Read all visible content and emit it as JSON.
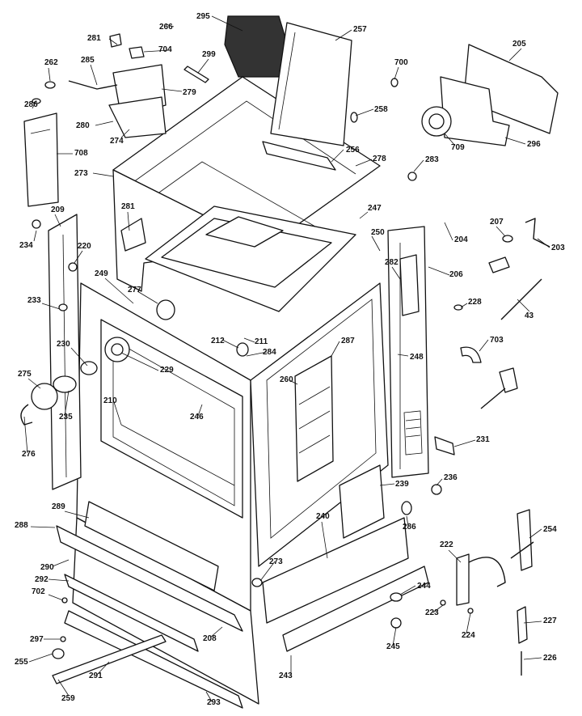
{
  "labels": [
    "295",
    "266",
    "281",
    "704",
    "257",
    "700",
    "205",
    "262",
    "285",
    "299",
    "279",
    "286",
    "280",
    "274",
    "258",
    "709",
    "296",
    "708",
    "256",
    "278",
    "283",
    "273",
    "209",
    "281",
    "247",
    "207",
    "234",
    "220",
    "250",
    "204",
    "203",
    "282",
    "206",
    "249",
    "277",
    "233",
    "228",
    "43",
    "230",
    "229",
    "212",
    "211",
    "284",
    "287",
    "703",
    "275",
    "248",
    "210",
    "246",
    "260",
    "235",
    "231",
    "276",
    "239",
    "236",
    "289",
    "286",
    "240",
    "288",
    "254",
    "222",
    "290",
    "273",
    "292",
    "244",
    "702",
    "223",
    "227",
    "208",
    "297",
    "224",
    "245",
    "255",
    "243",
    "226",
    "291",
    "259",
    "293"
  ]
}
